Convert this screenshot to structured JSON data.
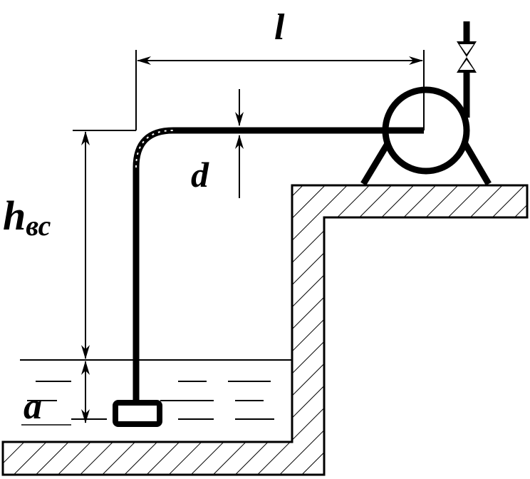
{
  "labels": {
    "length": "l",
    "diameter": "d",
    "suction_height_main": "h",
    "suction_height_sub": "вс",
    "immersion": "a"
  },
  "colors": {
    "stroke": "#000000",
    "background": "#ffffff"
  }
}
